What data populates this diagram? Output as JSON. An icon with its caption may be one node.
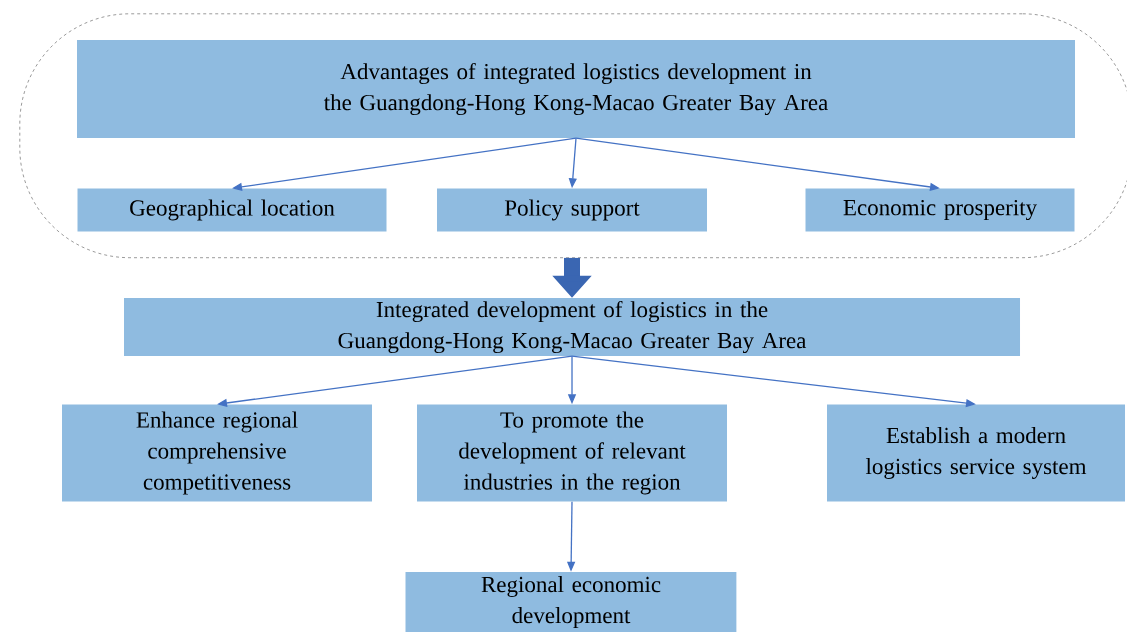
{
  "diagram": {
    "nodes": [
      {
        "text": [],
        "shape": "box"
      },
      {
        "text": [
          "Advantages of integrated logistics development in the Guangdong-Hong Kong-Macao Greater Bay Area"
        ],
        "in": 0
      },
      {
        "text": [
          "Geographical location"
        ],
        "in": 0
      },
      {
        "text": [
          "Policy support"
        ],
        "in": 0
      },
      {
        "text": [
          "Economic prosperity"
        ],
        "in": 0
      },
      {
        "text": [
          "Integrated development of logistics in the Guangdong-Hong Kong-Macao Greater Bay Area"
        ]
      },
      {
        "text": [
          "Enhance regional comprehensive competitiveness"
        ]
      },
      {
        "text": [
          "To promote the development of relevant industries in the region"
        ]
      },
      {
        "text": [
          "Establish a modern logistics service system"
        ]
      },
      {
        "text": [
          "Regional economic development"
        ]
      }
    ],
    "edges": [
      {
        "from": 1,
        "to": 2,
        "arrow": "to"
      },
      {
        "from": 1,
        "to": 3,
        "arrow": "to"
      },
      {
        "from": 1,
        "to": 4,
        "arrow": "to"
      },
      {
        "from": 0,
        "to": 5,
        "arrow": "to",
        "style": "thick",
        "color": "#3a66b2"
      },
      {
        "from": 5,
        "to": 6,
        "arrow": "to"
      },
      {
        "from": 5,
        "to": 7,
        "arrow": "to"
      },
      {
        "from": 5,
        "to": 8,
        "arrow": "to"
      },
      {
        "from": 7,
        "to": 9,
        "arrow": "to"
      }
    ]
  }
}
